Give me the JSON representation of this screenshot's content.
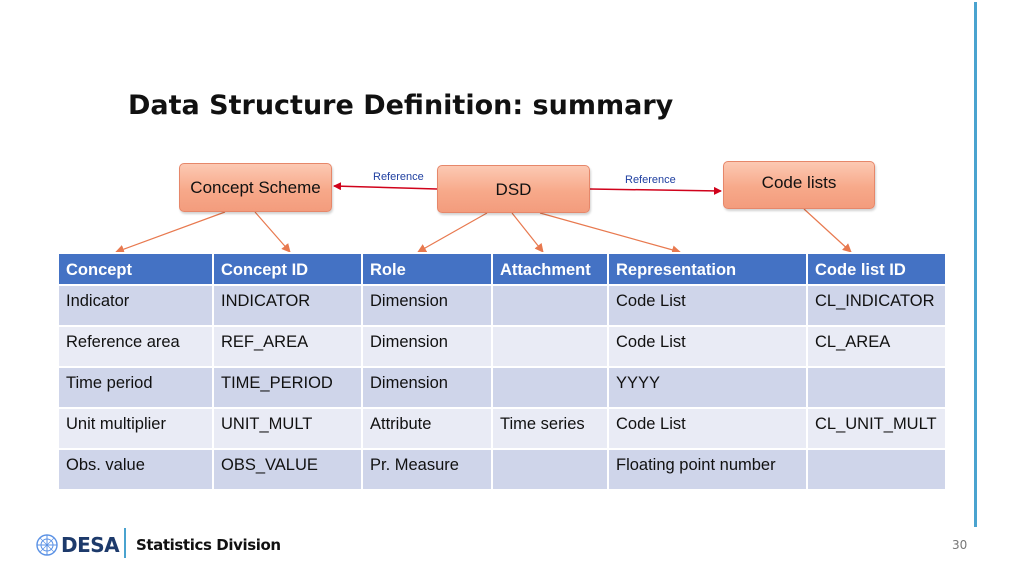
{
  "slide": {
    "title": "Data Structure Definition: summary",
    "page_number": "30"
  },
  "diagram": {
    "concept_scheme_label": "Concept Scheme",
    "dsd_label": "DSD",
    "code_lists_label": "Code lists",
    "reference_left": "Reference",
    "reference_right": "Reference",
    "box_color": "#f7a98a",
    "reference_arrow_color": "#d0021b",
    "pointer_arrow_color": "#e8794f"
  },
  "table": {
    "headers": [
      "Concept",
      "Concept ID",
      "Role",
      "Attachment",
      "Representation",
      "Code list ID"
    ],
    "rows": [
      [
        "Indicator",
        "INDICATOR",
        "Dimension",
        "",
        "Code List",
        "CL_INDICATOR"
      ],
      [
        "Reference area",
        "REF_AREA",
        "Dimension",
        "",
        "Code List",
        "CL_AREA"
      ],
      [
        "Time period",
        "TIME_PERIOD",
        "Dimension",
        "",
        "YYYY",
        ""
      ],
      [
        "Unit multiplier",
        "UNIT_MULT",
        "Attribute",
        "Time series",
        "Code List",
        "CL_UNIT_MULT"
      ],
      [
        "Obs. value",
        "OBS_VALUE",
        "Pr. Measure",
        "",
        "Floating point number",
        ""
      ]
    ],
    "header_color": "#4472c4",
    "row_color_dark": "#cfd5ea",
    "row_color_light": "#e9ebf5"
  },
  "footer": {
    "logo_text": "DESA",
    "logo_icon": "un-emblem-icon",
    "division": "Statistics Division"
  }
}
